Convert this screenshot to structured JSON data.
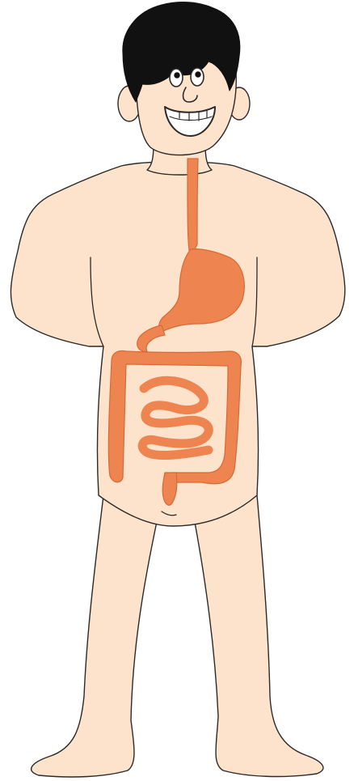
{
  "figure": {
    "subject": "human-body-digestive-system",
    "labels": []
  },
  "colors": {
    "background": "#ffffff",
    "skin": "#FDE3CC",
    "outline": "#2a2a2a",
    "hair": "#111111",
    "organs": "#EE8450",
    "organs_dark": "#D66A35",
    "mouth": "#ffffff"
  },
  "icons": {
    "organs": [
      "esophagus",
      "stomach",
      "large-intestine",
      "small-intestine",
      "rectum"
    ]
  }
}
